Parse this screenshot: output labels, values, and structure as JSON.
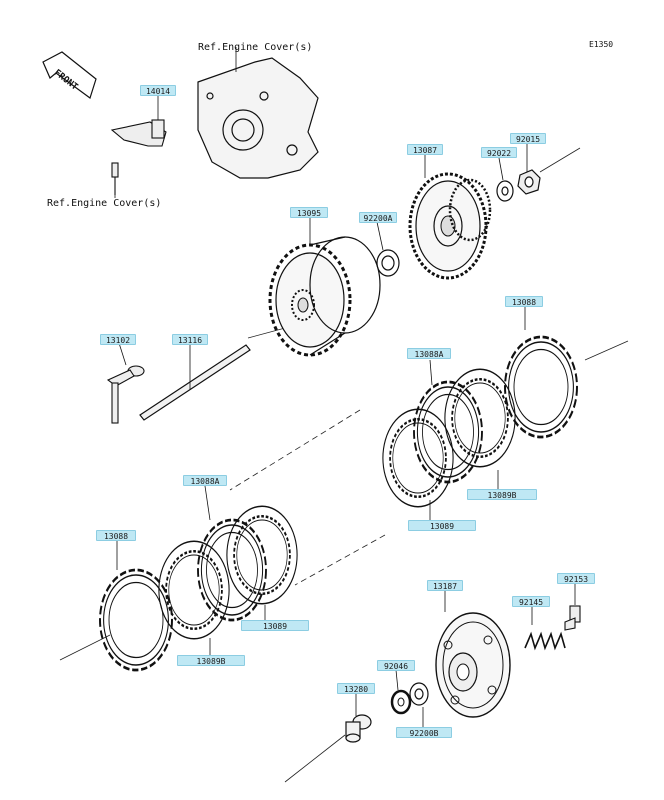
{
  "diagram": {
    "code": "E1350",
    "front_label": "FRONT",
    "references": {
      "cover_top": "Ref.Engine Cover(s)",
      "cover_left": "Ref.Engine Cover(s)"
    },
    "parts": {
      "p14014": "14014",
      "p13087": "13087",
      "p92022": "92022",
      "p92015": "92015",
      "p13095": "13095",
      "p92200a": "92200A",
      "p13088_top": "13088",
      "p13102": "13102",
      "p13116": "13116",
      "p13088a_top": "13088A",
      "p13089b_top": "13089B",
      "p13089_top": "13089",
      "p13088a_mid": "13088A",
      "p13088_left": "13088",
      "p13089b_left": "13089B",
      "p13089_mid": "13089",
      "p13187": "13187",
      "p92145": "92145",
      "p92153": "92153",
      "p92046": "92046",
      "p13280": "13280",
      "p92200b": "92200B"
    }
  }
}
